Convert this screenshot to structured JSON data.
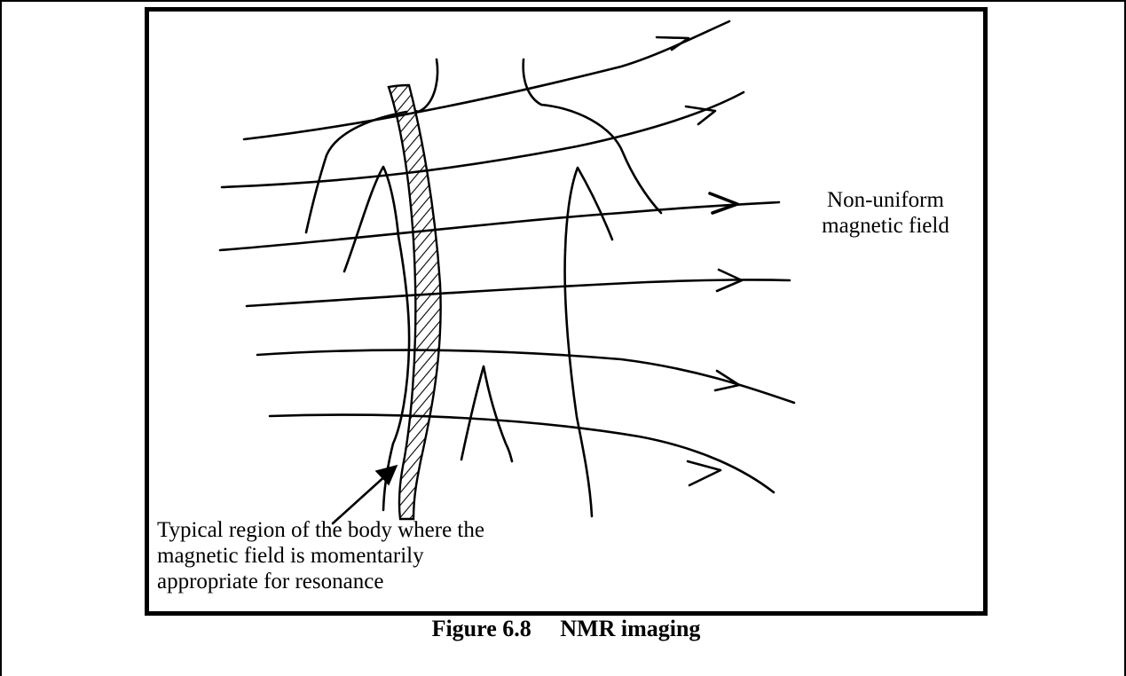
{
  "figure": {
    "field_label_lines": [
      "Non-uniform",
      "magnetic field"
    ],
    "region_label_lines": [
      "Typical region of the body where the",
      "magnetic field is momentarily",
      "appropriate for resonance"
    ],
    "caption": "Figure 6.8     NMR imaging"
  }
}
